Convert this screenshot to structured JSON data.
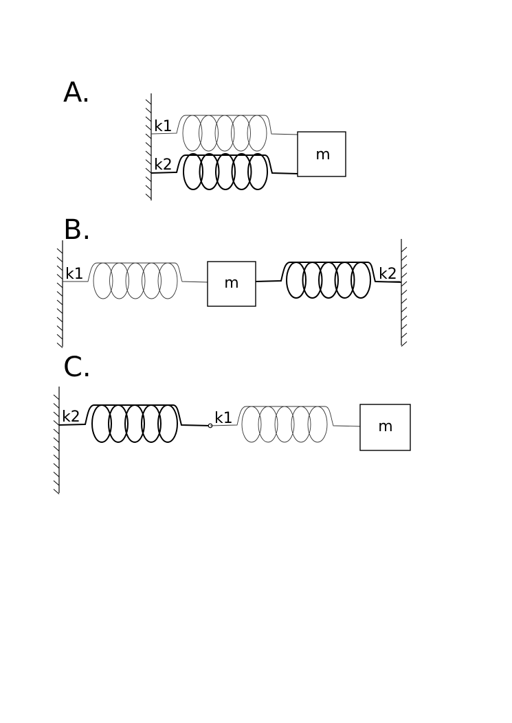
{
  "panels": {
    "a": {
      "label": "A.",
      "spring_top": "k1",
      "spring_bottom": "k2",
      "mass": "m"
    },
    "b": {
      "label": "B.",
      "spring_left": "k1",
      "spring_right": "k2",
      "mass": "m"
    },
    "c": {
      "label": "C.",
      "spring_left": "k2",
      "spring_right": "k1",
      "mass": "m"
    }
  },
  "colors": {
    "line": "#000000",
    "background": "#ffffff"
  }
}
